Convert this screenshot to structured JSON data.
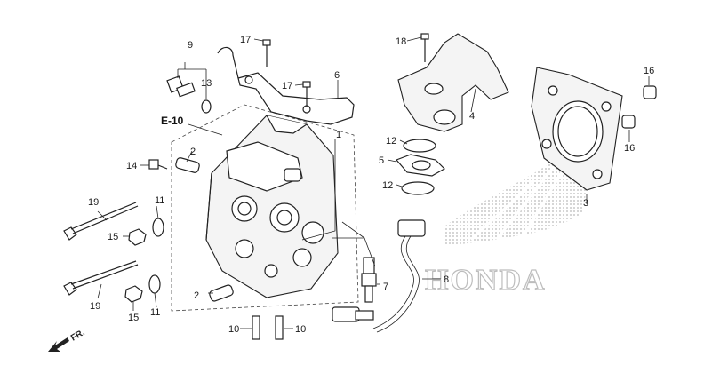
{
  "diagram": {
    "group_ref": "E-10",
    "direction_label": "FR.",
    "brand": "HONDA",
    "callouts": [
      {
        "id": "c1",
        "text": "1"
      },
      {
        "id": "c2a",
        "text": "2"
      },
      {
        "id": "c2b",
        "text": "2"
      },
      {
        "id": "c3",
        "text": "3"
      },
      {
        "id": "c4",
        "text": "4"
      },
      {
        "id": "c5",
        "text": "5"
      },
      {
        "id": "c6",
        "text": "6"
      },
      {
        "id": "c7",
        "text": "7"
      },
      {
        "id": "c8",
        "text": "8"
      },
      {
        "id": "c9",
        "text": "9"
      },
      {
        "id": "c10a",
        "text": "10"
      },
      {
        "id": "c10b",
        "text": "10"
      },
      {
        "id": "c11a",
        "text": "11"
      },
      {
        "id": "c11b",
        "text": "11"
      },
      {
        "id": "c12a",
        "text": "12"
      },
      {
        "id": "c12b",
        "text": "12"
      },
      {
        "id": "c13",
        "text": "13"
      },
      {
        "id": "c14",
        "text": "14"
      },
      {
        "id": "c15a",
        "text": "15"
      },
      {
        "id": "c15b",
        "text": "15"
      },
      {
        "id": "c16a",
        "text": "16"
      },
      {
        "id": "c16b",
        "text": "16"
      },
      {
        "id": "c17a",
        "text": "17"
      },
      {
        "id": "c17b",
        "text": "17"
      },
      {
        "id": "c18",
        "text": "18"
      },
      {
        "id": "c19a",
        "text": "19"
      },
      {
        "id": "c19b",
        "text": "19"
      }
    ]
  }
}
